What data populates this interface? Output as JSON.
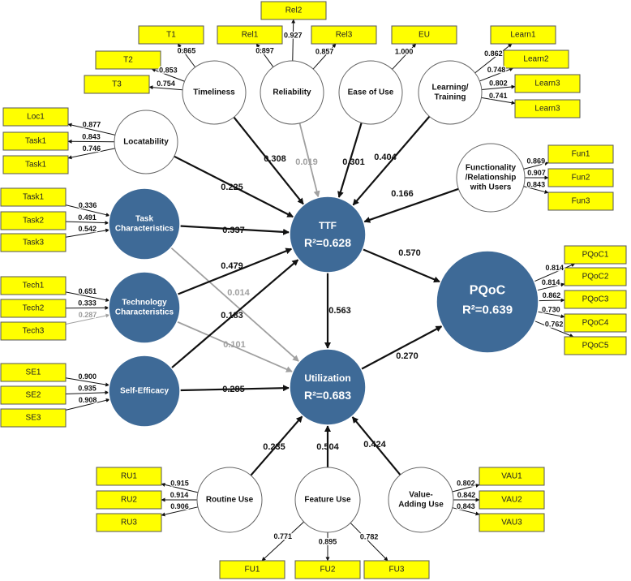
{
  "constructs": {
    "ttf": {
      "label": "TTF",
      "r2": "R²=0.628"
    },
    "util": {
      "label": "Utilization",
      "r2": "R²=0.683"
    },
    "pqoc": {
      "label": "PQoC",
      "r2": "R²=0.639"
    },
    "task": {
      "label": [
        "Task",
        "Characteristics"
      ]
    },
    "tech": {
      "label": [
        "Technology",
        "Characteristics"
      ]
    },
    "se": {
      "label": [
        "Self-Efficacy"
      ]
    },
    "time": {
      "label": [
        "Timeliness"
      ]
    },
    "rel": {
      "label": [
        "Reliability"
      ]
    },
    "eou": {
      "label": [
        "Ease of Use"
      ]
    },
    "learn": {
      "label": [
        "Learning/",
        "Training"
      ]
    },
    "loc": {
      "label": [
        "Locatability"
      ]
    },
    "func": {
      "label": [
        "Functionality",
        "/Relationship",
        "with Users"
      ]
    },
    "ru": {
      "label": [
        "Routine Use"
      ]
    },
    "fu": {
      "label": [
        "Feature Use"
      ]
    },
    "vau": {
      "label": [
        "Value-",
        "Adding Use"
      ]
    }
  },
  "indicators": {
    "t1": "T1",
    "t2": "T2",
    "t3": "T3",
    "rel1": "Rel1",
    "rel2": "Rel2",
    "rel3": "Rel3",
    "eu": "EU",
    "learn1": "Learn1",
    "learn2": "Learn2",
    "learn3a": "Learn3",
    "learn3b": "Learn3",
    "loc1": "Loc1",
    "task1a": "Task1",
    "task1b": "Task1",
    "task1c": "Task1",
    "task2": "Task2",
    "task3": "Task3",
    "tech1": "Tech1",
    "tech2": "Tech2",
    "tech3": "Tech3",
    "se1": "SE1",
    "se2": "SE2",
    "se3": "SE3",
    "fun1": "Fun1",
    "fun2": "Fun2",
    "fun3": "Fun3",
    "pqoc1": "PQoC1",
    "pqoc2": "PQoC2",
    "pqoc3": "PQoC3",
    "pqoc4": "PQoC4",
    "pqoc5": "PQoC5",
    "ru1": "RU1",
    "ru2": "RU2",
    "ru3": "RU3",
    "fu1": "FU1",
    "fu2": "FU2",
    "fu3": "FU3",
    "vau1": "VAU1",
    "vau2": "VAU2",
    "vau3": "VAU3"
  },
  "weights": {
    "t1": "0.865",
    "t2": "0.853",
    "t3": "0.754",
    "rel1": "0.897",
    "rel2": "0.927",
    "rel3": "0.857",
    "eu": "1.000",
    "learn1": "0.862",
    "learn2": "0.748",
    "learn3a": "0.802",
    "learn3b": "0.741",
    "loc1": "0.877",
    "task1a": "0.843",
    "task1b": "0.746",
    "task1c": "0.336",
    "task2": "0.491",
    "task3": "0.542",
    "tech1": "0.651",
    "tech2": "0.333",
    "tech3": "0.287",
    "se1": "0.900",
    "se2": "0.935",
    "se3": "0.908",
    "fun1": "0.869",
    "fun2": "0.907",
    "fun3": "0.843",
    "pqoc1": "0.814",
    "pqoc2": "0.814",
    "pqoc3": "0.862",
    "pqoc4": "0.730",
    "pqoc5": "0.762",
    "ru1": "0.915",
    "ru2": "0.914",
    "ru3": "0.906",
    "fu1": "0.771",
    "fu2": "0.895",
    "fu3": "0.782",
    "vau1": "0.802",
    "vau2": "0.842",
    "vau3": "0.843"
  },
  "paths": {
    "time_ttf": "0.308",
    "rel_ttf": "0.019",
    "eou_ttf": "0.301",
    "learn_ttf": "0.404",
    "loc_ttf": "0.225",
    "func_ttf": "0.166",
    "task_ttf": "0.337",
    "task_util": "0.014",
    "tech_ttf": "0.479",
    "tech_util": "0.101",
    "se_ttf": "0.183",
    "se_util": "0.285",
    "ttf_pqoc": "0.570",
    "ttf_util": "0.563",
    "util_pqoc": "0.270",
    "ru_util": "0.235",
    "fu_util": "0.504",
    "vau_util": "0.424"
  }
}
